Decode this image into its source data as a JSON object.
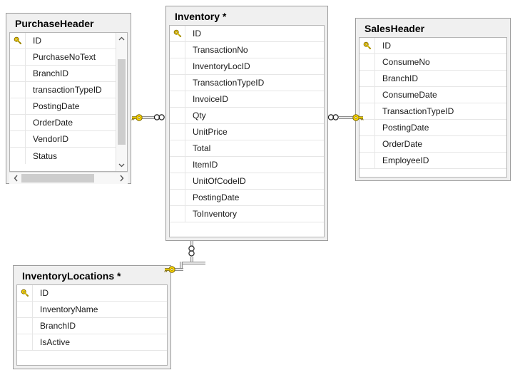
{
  "diagram": {
    "kind": "database-relationship-diagram",
    "colors": {
      "canvas": "#ffffff",
      "box_fill": "#f0f0f0",
      "box_border": "#9a9a9a",
      "grid_fill": "#ffffff",
      "grid_border": "#b4b4b4",
      "row_divider": "#e6e6e6",
      "title_text": "#000000",
      "field_text": "#1a1a1a",
      "connector_line": "#8d8d8d",
      "key_icon": "#ffd700",
      "scroll_thumb": "#cdcdcd",
      "scroll_track": "#f7f7f7"
    }
  },
  "tables": [
    {
      "id": "purchase-header",
      "title": "PurchaseHeader",
      "modified": false,
      "fields": [
        {
          "name": "ID",
          "primary_key": true
        },
        {
          "name": "PurchaseNoText",
          "primary_key": false
        },
        {
          "name": "BranchID",
          "primary_key": false
        },
        {
          "name": "transactionTypeID",
          "primary_key": false
        },
        {
          "name": "PostingDate",
          "primary_key": false
        },
        {
          "name": "OrderDate",
          "primary_key": false
        },
        {
          "name": "VendorID",
          "primary_key": false
        },
        {
          "name": "Status",
          "primary_key": false
        }
      ],
      "scrollbars": {
        "vertical": {
          "visible": true,
          "up_glyph": "⌃",
          "down_glyph": "⌄"
        },
        "horizontal": {
          "visible": true,
          "left_glyph": "‹",
          "right_glyph": "›"
        }
      }
    },
    {
      "id": "inventory",
      "title": "Inventory *",
      "modified": true,
      "fields": [
        {
          "name": "ID",
          "primary_key": true
        },
        {
          "name": "TransactionNo",
          "primary_key": false
        },
        {
          "name": "InventoryLocID",
          "primary_key": false
        },
        {
          "name": "TransactionTypeID",
          "primary_key": false
        },
        {
          "name": "InvoiceID",
          "primary_key": false
        },
        {
          "name": "Qty",
          "primary_key": false
        },
        {
          "name": "UnitPrice",
          "primary_key": false
        },
        {
          "name": "Total",
          "primary_key": false
        },
        {
          "name": "ItemID",
          "primary_key": false
        },
        {
          "name": "UnitOfCodeID",
          "primary_key": false
        },
        {
          "name": "PostingDate",
          "primary_key": false
        },
        {
          "name": "ToInventory",
          "primary_key": false
        }
      ],
      "scrollbars": {
        "vertical": {
          "visible": false
        },
        "horizontal": {
          "visible": false
        }
      }
    },
    {
      "id": "sales-header",
      "title": "SalesHeader",
      "modified": false,
      "fields": [
        {
          "name": "ID",
          "primary_key": true
        },
        {
          "name": "ConsumeNo",
          "primary_key": false
        },
        {
          "name": "BranchID",
          "primary_key": false
        },
        {
          "name": "ConsumeDate",
          "primary_key": false
        },
        {
          "name": "TransactionTypeID",
          "primary_key": false
        },
        {
          "name": "PostingDate",
          "primary_key": false
        },
        {
          "name": "OrderDate",
          "primary_key": false
        },
        {
          "name": "EmployeeID",
          "primary_key": false
        }
      ],
      "scrollbars": {
        "vertical": {
          "visible": false
        },
        "horizontal": {
          "visible": false
        }
      }
    },
    {
      "id": "inventory-locations",
      "title": "InventoryLocations *",
      "modified": true,
      "fields": [
        {
          "name": "ID",
          "primary_key": true
        },
        {
          "name": "InventoryName",
          "primary_key": false
        },
        {
          "name": "BranchID",
          "primary_key": false
        },
        {
          "name": "IsActive",
          "primary_key": false
        }
      ],
      "scrollbars": {
        "vertical": {
          "visible": false
        },
        "horizontal": {
          "visible": false
        }
      }
    }
  ],
  "relationships": [
    {
      "id": "rel-purchaseheader-inventory",
      "from_table": "PurchaseHeader",
      "to_table": "Inventory",
      "one_side": "PurchaseHeader",
      "many_side": "Inventory",
      "one_symbol": "key",
      "many_symbol": "infinity"
    },
    {
      "id": "rel-inventory-salesheader",
      "from_table": "Inventory",
      "to_table": "SalesHeader",
      "one_side": "SalesHeader",
      "many_side": "Inventory",
      "one_symbol": "key",
      "many_symbol": "infinity"
    },
    {
      "id": "rel-inventorylocations-inventory",
      "from_table": "InventoryLocations",
      "to_table": "Inventory",
      "one_side": "InventoryLocations",
      "many_side": "Inventory",
      "one_symbol": "key",
      "many_symbol": "infinity"
    }
  ],
  "icons": {
    "primary_key": "key-icon",
    "many": "infinity-icon",
    "scroll_up": "chevron-up-icon",
    "scroll_down": "chevron-down-icon",
    "scroll_left": "chevron-left-icon",
    "scroll_right": "chevron-right-icon"
  }
}
